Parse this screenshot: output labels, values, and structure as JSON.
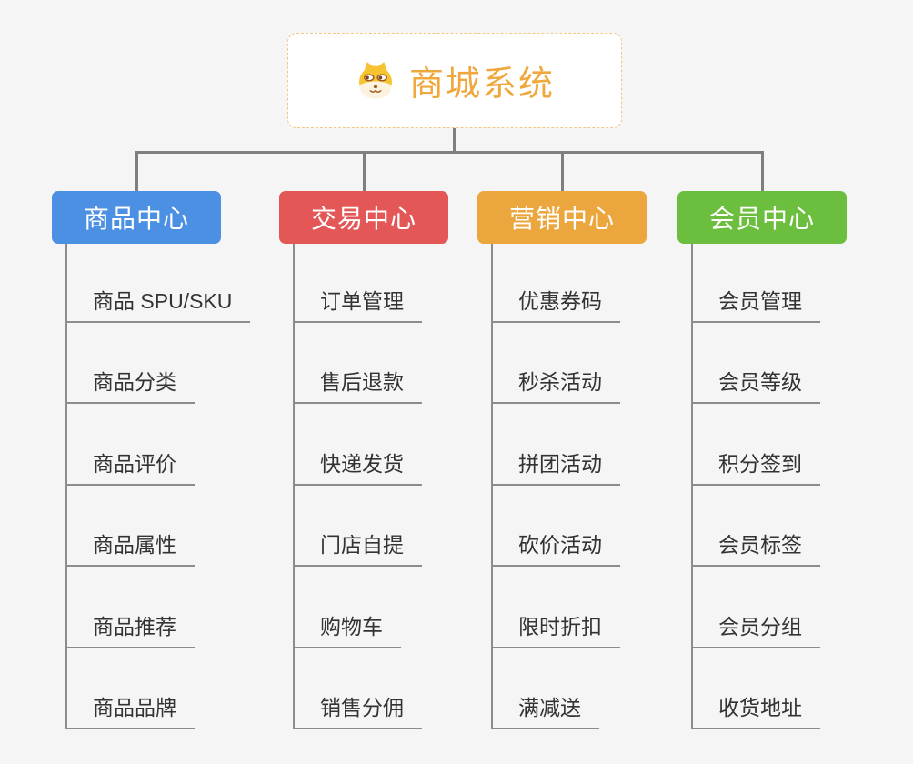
{
  "canvas": {
    "background": "#f5f5f6"
  },
  "root": {
    "label": "商城系统",
    "icon": "dog-face-icon",
    "text_color": "#f0a83e",
    "border_color": "#f2c77f"
  },
  "connector_color": "#7f7f7f",
  "underline_color": "#8c8c8c",
  "branches": [
    {
      "label": "商品中心",
      "color": "#4b90e2",
      "items": [
        "商品 SPU/SKU",
        "商品分类",
        "商品评价",
        "商品属性",
        "商品推荐",
        "商品品牌"
      ]
    },
    {
      "label": "交易中心",
      "color": "#e45757",
      "items": [
        "订单管理",
        "售后退款",
        "快递发货",
        "门店自提",
        "购物车",
        "销售分佣"
      ]
    },
    {
      "label": "营销中心",
      "color": "#eba63e",
      "items": [
        "优惠券码",
        "秒杀活动",
        "拼团活动",
        "砍价活动",
        "限时折扣",
        "满减送"
      ]
    },
    {
      "label": "会员中心",
      "color": "#6cbe3e",
      "items": [
        "会员管理",
        "会员等级",
        "积分签到",
        "会员标签",
        "会员分组",
        "收货地址"
      ]
    }
  ]
}
